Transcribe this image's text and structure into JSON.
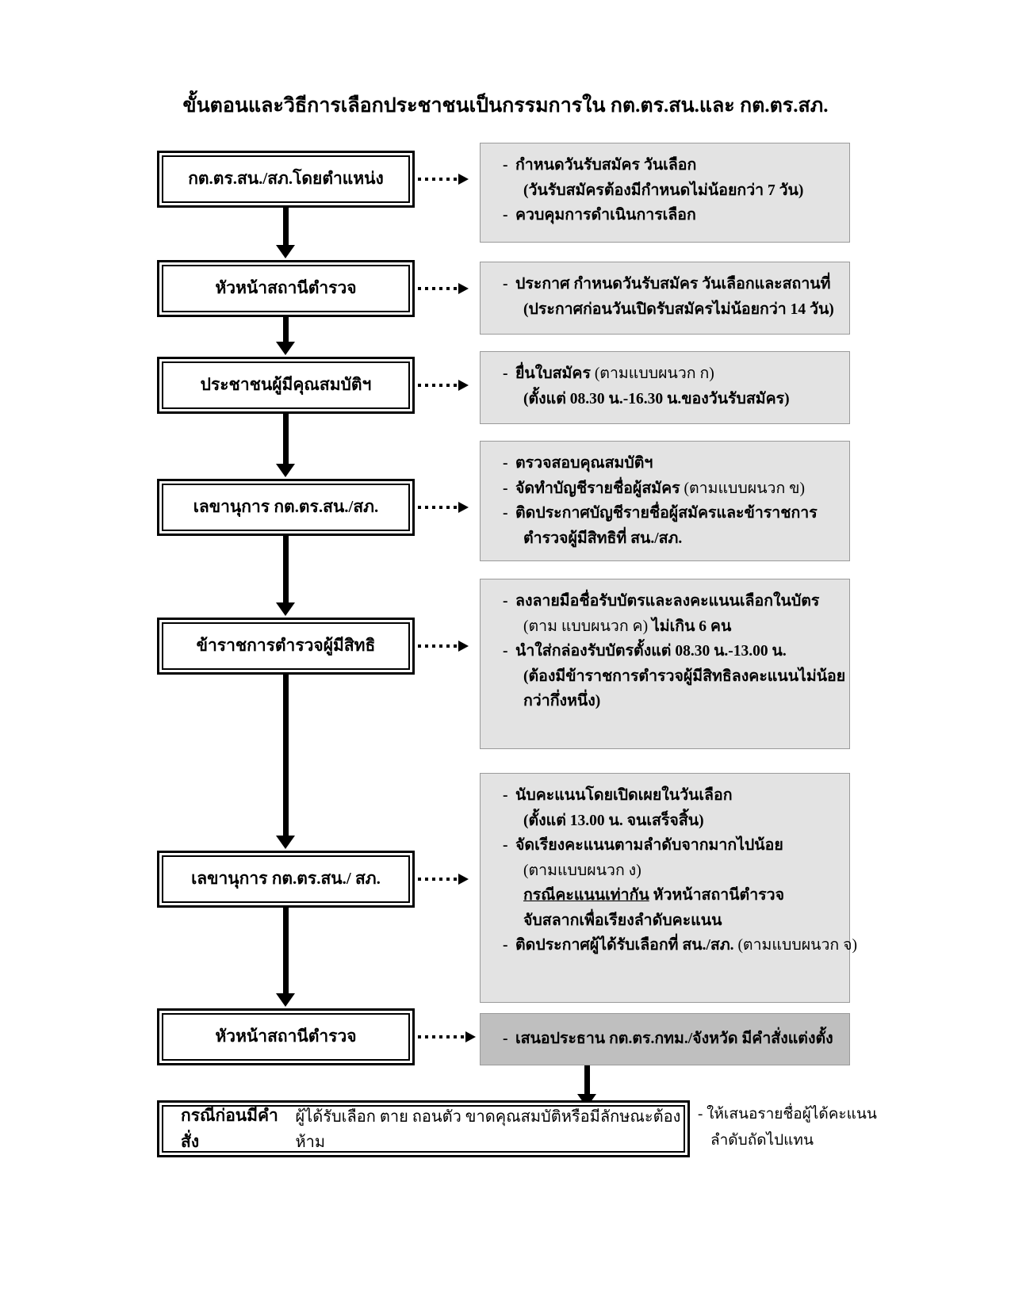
{
  "title": "ขั้นตอนและวิธีการเลือกประชาชนเป็นกรรมการใน กต.ตร.สน.และ กต.ตร.สภ.",
  "colors": {
    "note_bg": "#e3e3e3",
    "note_bg_dark": "#bfbfbf",
    "note_border": "#9a9a9a",
    "line": "#000000",
    "page_bg": "#ffffff"
  },
  "steps": [
    {
      "id": "step-1",
      "label": "กต.ตร.สน./สภ.โดยตำแหน่ง"
    },
    {
      "id": "step-2",
      "label": "หัวหน้าสถานีตำรวจ"
    },
    {
      "id": "step-3",
      "label": "ประชาชนผู้มีคุณสมบัติฯ"
    },
    {
      "id": "step-4",
      "label": "เลขานุการ กต.ตร.สน./สภ."
    },
    {
      "id": "step-5",
      "label": "ข้าราชการตำรวจผู้มีสิทธิ"
    },
    {
      "id": "step-6",
      "label": "เลขานุการ กต.ตร.สน./ สภ."
    },
    {
      "id": "step-7",
      "label": "หัวหน้าสถานีตำรวจ"
    }
  ],
  "notes": [
    {
      "id": "note-1",
      "lines": [
        {
          "bullet": true,
          "text": "กำหนดวันรับสมัคร วันเลือก"
        },
        {
          "bullet": false,
          "text": "(วันรับสมัครต้องมีกำหนดไม่น้อยกว่า 7 วัน)"
        },
        {
          "bullet": true,
          "text": "ควบคุมการดำเนินการเลือก"
        }
      ]
    },
    {
      "id": "note-2",
      "lines": [
        {
          "bullet": true,
          "text": "ประกาศ กำหนดวันรับสมัคร วันเลือกและสถานที่"
        },
        {
          "bullet": false,
          "text": "(ประกาศก่อนวันเปิดรับสมัครไม่น้อยกว่า 14 วัน)"
        }
      ]
    },
    {
      "id": "note-3",
      "lines": [
        {
          "bullet": true,
          "text": "ยื่นใบสมัคร ",
          "tail": "(ตามแบบผนวก ก)"
        },
        {
          "bullet": false,
          "text": "(ตั้งแต่ 08.30 น.-16.30 น.ของวันรับสมัคร)"
        }
      ]
    },
    {
      "id": "note-4",
      "lines": [
        {
          "bullet": true,
          "text": "ตรวจสอบคุณสมบัติฯ"
        },
        {
          "bullet": true,
          "text": "จัดทำบัญชีรายชื่อผู้สมัคร ",
          "tail": "(ตามแบบผนวก ข)"
        },
        {
          "bullet": true,
          "text": "ติดประกาศบัญชีรายชื่อผู้สมัครและข้าราชการ"
        },
        {
          "bullet": false,
          "text": "ตำรวจผู้มีสิทธิที่ สน./สภ."
        }
      ]
    },
    {
      "id": "note-5",
      "lines": [
        {
          "bullet": true,
          "text": "ลงลายมือชื่อรับบัตรและลงคะแนนเลือกในบัตร"
        },
        {
          "bullet": false,
          "text": "(ตาม แบบผนวก ค) ",
          "tail_bold": "ไม่เกิน 6  คน"
        },
        {
          "bullet": true,
          "text": "นำใส่กล่องรับบัตรตั้งแต่ 08.30 น.-13.00 น."
        },
        {
          "bullet": false,
          "text": "(ต้องมีข้าราชการตำรวจผู้มีสิทธิลงคะแนนไม่น้อย"
        },
        {
          "bullet": false,
          "text": "กว่ากึ่งหนึ่ง)"
        }
      ]
    },
    {
      "id": "note-6",
      "lines": [
        {
          "bullet": true,
          "text": "นับคะแนนโดยเปิดเผยในวันเลือก"
        },
        {
          "bullet": false,
          "text": "(ตั้งแต่ 13.00 น. จนเสร็จสิ้น)"
        },
        {
          "bullet": true,
          "text": "จัดเรียงคะแนนตามลำดับจากมากไปน้อย"
        },
        {
          "bullet": false,
          "text": "(ตามแบบผนวก ง)",
          "plain": true
        },
        {
          "bullet": false,
          "underline": "กรณีคะแนนเท่ากัน",
          "text": "   หัวหน้าสถานีตำรวจ"
        },
        {
          "bullet": false,
          "text": "จับสลากเพื่อเรียงลำดับคะแนน"
        },
        {
          "bullet": true,
          "text": "ติดประกาศผู้ได้รับเลือกที่ สน./สภ. ",
          "tail": "(ตามแบบผนวก จ)"
        }
      ]
    },
    {
      "id": "note-7",
      "dark": true,
      "lines": [
        {
          "bullet": true,
          "text": "เสนอประธาน กต.ตร.กทม./จังหวัด มีคำสั่งแต่งตั้ง"
        }
      ]
    }
  ],
  "bottom_box": {
    "bold_text": "กรณีก่อนมีคำสั่ง",
    "normal_text": "ผู้ได้รับเลือก ตาย  ถอนตัว  ขาดคุณสมบัติหรือมีลักษณะต้องห้าม"
  },
  "bottom_annotation": {
    "line1": "- ให้เสนอรายชื่อผู้ได้คะแนน",
    "line2": "ลำดับถัดไปแทน"
  }
}
